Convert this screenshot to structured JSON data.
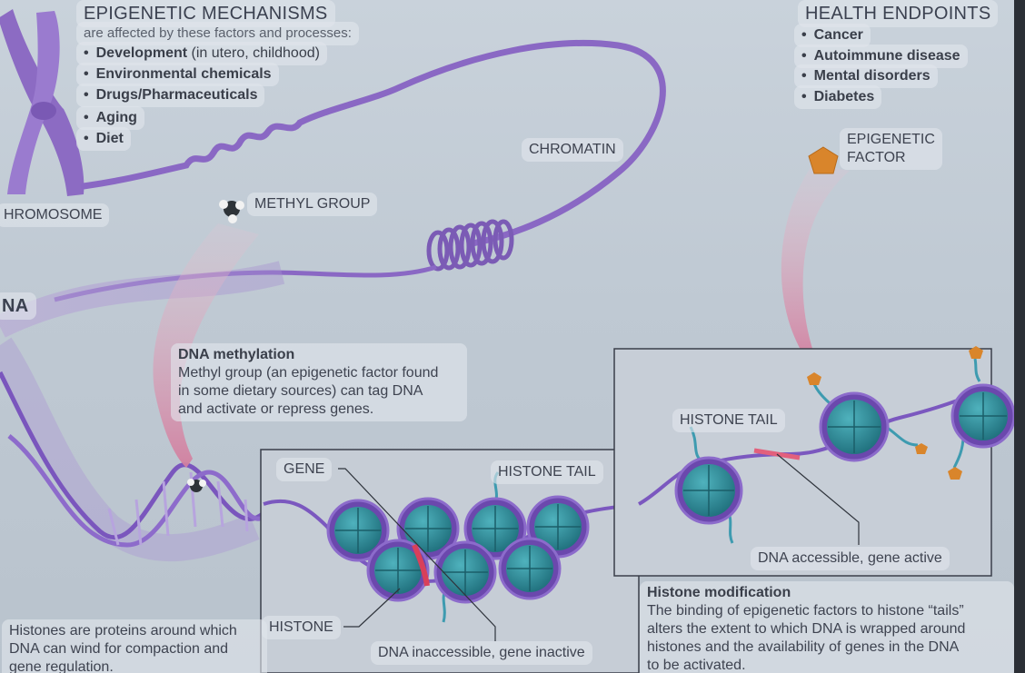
{
  "mechanisms": {
    "heading": "EPIGENETIC MECHANISMS",
    "subheading": "are affected by these factors and processes:",
    "items": [
      {
        "bold": "Development",
        "normal": " (in utero, childhood)"
      },
      {
        "bold": "Environmental chemicals",
        "normal": ""
      },
      {
        "bold": "Drugs/Pharmaceuticals",
        "normal": ""
      },
      {
        "bold": "Aging",
        "normal": ""
      },
      {
        "bold": "Diet",
        "normal": ""
      }
    ]
  },
  "health": {
    "heading": "HEALTH ENDPOINTS",
    "items": [
      "Cancer",
      "Autoimmune disease",
      "Mental disorders",
      "Diabetes"
    ]
  },
  "labels": {
    "chromosome": "HROMOSOME",
    "chromatin": "CHROMATIN",
    "methyl_group": "METHYL GROUP",
    "epigenetic_factor_line1": "EPIGENETIC",
    "epigenetic_factor_line2": "FACTOR",
    "dna": "NA",
    "gene": "GENE",
    "histone_tail_left": "HISTONE TAIL",
    "histone_tail_right": "HISTONE TAIL",
    "histone": "HISTONE",
    "dna_inaccessible": "DNA inaccessible, gene inactive",
    "dna_accessible": "DNA accessible, gene active"
  },
  "methylation": {
    "title": "DNA methylation",
    "line1": "Methyl group (an epigenetic factor found",
    "line2": "in some dietary sources) can tag DNA",
    "line3": "and activate or repress genes."
  },
  "histones_note": {
    "line1": "Histones are proteins around which",
    "line2": "DNA can wind for compaction and",
    "line3": "gene regulation."
  },
  "histone_mod": {
    "title": "Histone modification",
    "line1": "The binding of epigenetic factors to histone “tails”",
    "line2": "alters the extent to which DNA is wrapped around",
    "line3": "histones and the availability of genes in the DNA",
    "line4": "to be activated."
  },
  "colors": {
    "chromatin_purple": "#7b5bb5",
    "histone_teal": "#2f8f9c",
    "gene_red": "#d8405a",
    "factor_orange": "#e08a2e",
    "arrow_pink": "#d9a3b9"
  }
}
